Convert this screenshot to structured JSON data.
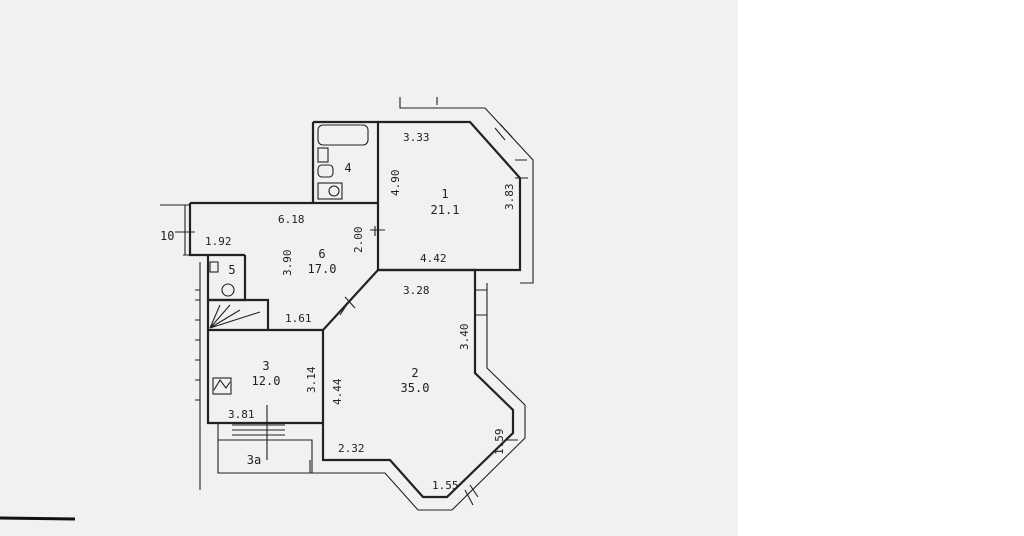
{
  "plan": {
    "rooms": [
      {
        "number": "1",
        "area": "21.1"
      },
      {
        "number": "2",
        "area": "35.0"
      },
      {
        "number": "3",
        "area": "12.0"
      },
      {
        "number": "4"
      },
      {
        "number": "5"
      },
      {
        "number": "6",
        "area": "17.0"
      },
      {
        "number": "3a"
      }
    ],
    "marker": "10",
    "dimensions": {
      "r1_top": "3.33",
      "r1_left": "4.90",
      "r1_right": "3.83",
      "r1_bottom": "4.42",
      "r6_top": "6.18",
      "r6_left": "3.90",
      "r6_right": "2.00",
      "r6_hall": "1.92",
      "r6_bottom": "1.61",
      "r2_top": "3.28",
      "r2_right": "3.40",
      "r2_left": "4.44",
      "r2_bottom_left": "2.32",
      "r2_bottom": "1.55",
      "r2_bay": "1.59",
      "r3_right": "3.14",
      "r3_bottom": "3.81"
    }
  }
}
